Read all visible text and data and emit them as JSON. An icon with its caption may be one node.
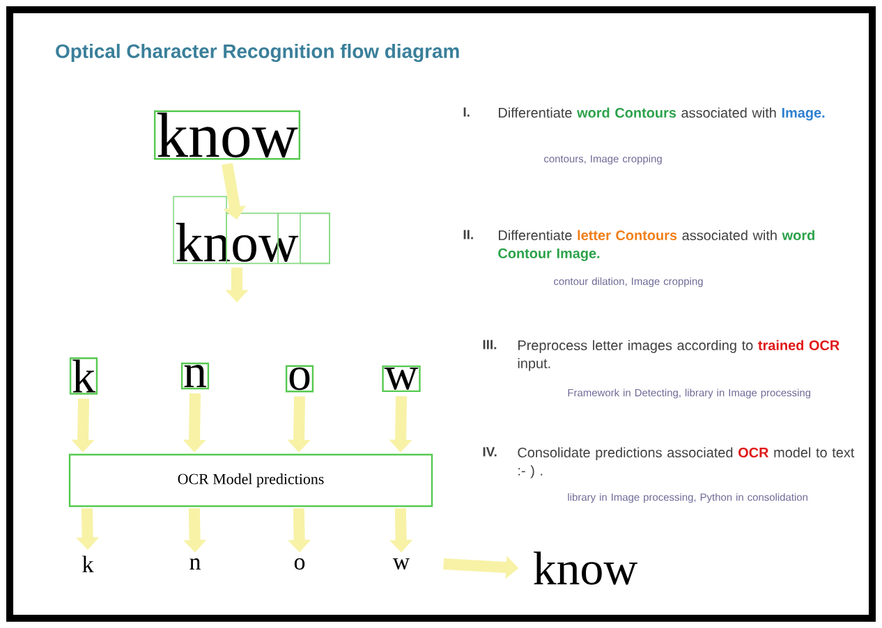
{
  "diagram": {
    "title": "Optical Character Recognition flow diagram",
    "nodes": [
      {
        "text": [
          "know"
        ]
      },
      {
        "text": [
          "know"
        ]
      },
      {
        "text": [
          "k"
        ]
      },
      {
        "text": [
          "n"
        ]
      },
      {
        "text": [
          "o"
        ]
      },
      {
        "text": [
          "w"
        ]
      },
      {
        "text": [
          "OCR Model predictions"
        ]
      },
      {
        "text": [
          "k"
        ]
      },
      {
        "text": [
          "n"
        ]
      },
      {
        "text": [
          "o"
        ]
      },
      {
        "text": [
          "w"
        ]
      },
      {
        "text": [
          "know"
        ]
      }
    ],
    "edges": [
      {
        "from": 0,
        "to": 1,
        "arrow": "to"
      },
      {
        "from": 1,
        "to": null,
        "arrow": "to"
      },
      {
        "from": 2,
        "to": 6,
        "arrow": "to"
      },
      {
        "from": 3,
        "to": 6,
        "arrow": "to"
      },
      {
        "from": 4,
        "to": 6,
        "arrow": "to"
      },
      {
        "from": 5,
        "to": 6,
        "arrow": "to"
      },
      {
        "from": 6,
        "to": 7,
        "arrow": "to"
      },
      {
        "from": 6,
        "to": 8,
        "arrow": "to"
      },
      {
        "from": 6,
        "to": 9,
        "arrow": "to"
      },
      {
        "from": 6,
        "to": 10,
        "arrow": "to"
      },
      {
        "from": 10,
        "to": 11,
        "arrow": "to"
      }
    ],
    "labels": [
      "I.",
      "Differentiate **word Contours** associated with **Image.**",
      "contours, Image cropping",
      "II.",
      "Differentiate **letter Contours** associated with **word Contour Image.**",
      "contour dilation, Image cropping",
      "III.",
      "Preprocess letter images according to **trained OCR** input.",
      "Framework in Detecting, library in Image processing",
      "IV.",
      "Consolidate predictions associated **OCR** model to text :- ) .",
      "library in Image processing, Python in consolidation"
    ]
  }
}
